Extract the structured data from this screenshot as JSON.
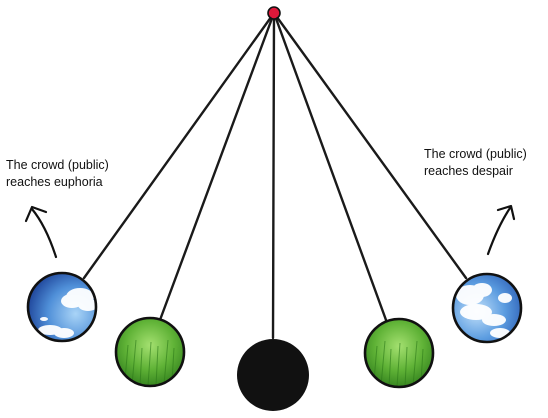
{
  "captions": {
    "left": {
      "line1": "The crowd (public)",
      "line2": "reaches euphoria"
    },
    "right": {
      "line1": "The crowd (public)",
      "line2": "reaches despair"
    }
  },
  "colors": {
    "string": "#1a1a1a",
    "pivot": "#e0183a",
    "bob_center": "#111111",
    "grass_light": "#8ed45a",
    "grass_dark": "#2f7d1c",
    "sky_light": "#8fc3f0",
    "sky_dark": "#1f4fa8",
    "cloud": "#ffffff"
  },
  "pendulum": {
    "bobs": [
      {
        "name": "euphoria-sky-bob",
        "texture": "sky-left"
      },
      {
        "name": "grass-bob-left",
        "texture": "grass"
      },
      {
        "name": "center-black-bob",
        "texture": "black"
      },
      {
        "name": "grass-bob-right",
        "texture": "grass"
      },
      {
        "name": "despair-sky-bob",
        "texture": "sky-right"
      }
    ]
  }
}
